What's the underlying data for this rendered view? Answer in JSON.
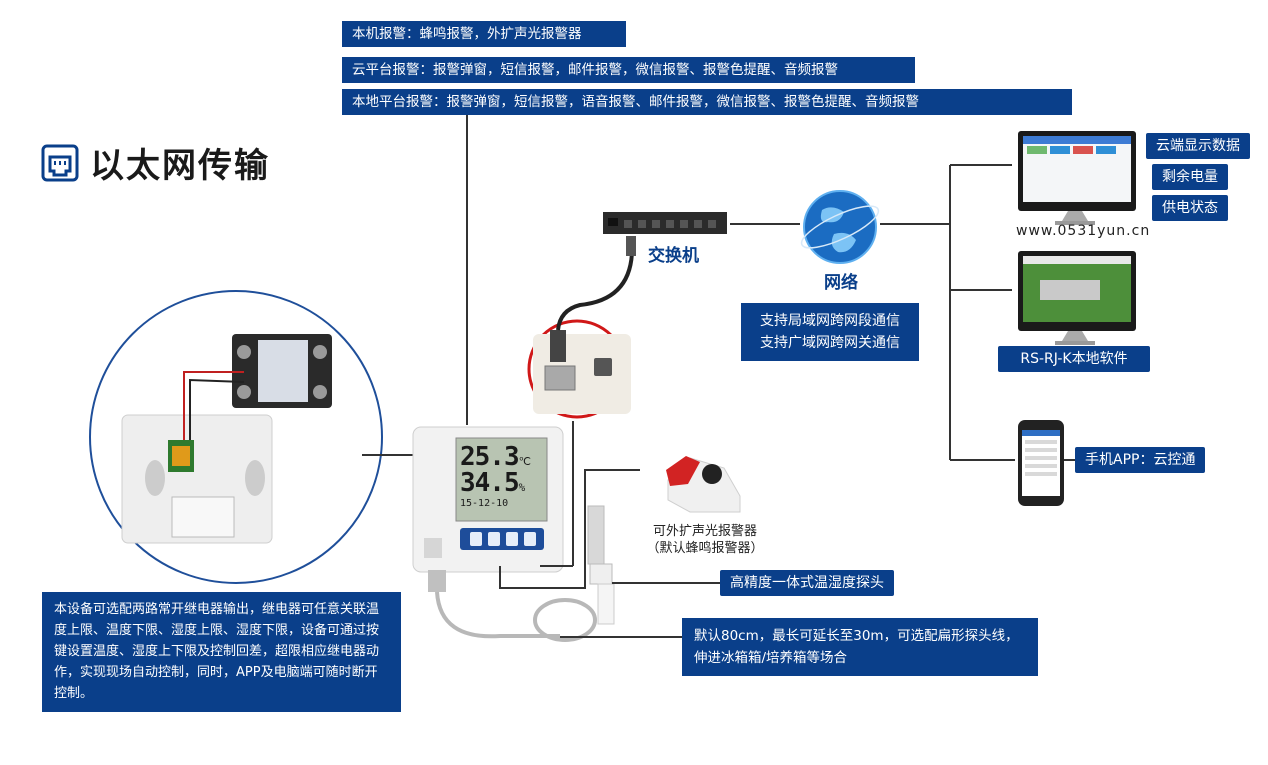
{
  "alarms": {
    "local": "本机报警：蜂鸣报警，外扩声光报警器",
    "cloud": "云平台报警：报警弹窗，短信报警，邮件报警，微信报警、报警色提醒、音频报警",
    "local_platform": "本地平台报警：报警弹窗，短信报警，语音报警、邮件报警，微信报警、报警色提醒、音频报警"
  },
  "title": "以太网传输",
  "switch_label": "交换机",
  "network_label": "网络",
  "network_support": "支持局域网跨网段通信\n支持广域网跨网关通信",
  "cloud_tags": [
    "云端显示数据",
    "剩余电量",
    "供电状态"
  ],
  "website": "www.0531yun.cn",
  "local_software": "RS-RJ-K本地软件",
  "mobile_app": "手机APP：云控通",
  "buzzer": {
    "line1": "可外扩声光报警器",
    "line2": "（默认蜂鸣报警器）"
  },
  "probe_label": "高精度一体式温湿度探头",
  "cable_note": "默认80cm，最长可延长至30m，可选配扁形探头线，伸进冰箱箱/培养箱等场合",
  "relay_note": "本设备可选配两路常开继电器输出，继电器可任意关联温度上限、温度下限、湿度上限、湿度下限，设备可通过按键设置温度、湿度上下限及控制回差，超限相应继电器动作，实现现场自动控制，同时，APP及电脑端可随时断开控制。",
  "lcd": {
    "temp": "25.3",
    "temp_unit": "℃",
    "hum": "34.5",
    "hum_unit": "%",
    "date": "15-12-10"
  },
  "colors": {
    "brand_blue": "#0a3f8a",
    "circle_blue": "#1f4f9a",
    "red_circle": "#d01818"
  }
}
